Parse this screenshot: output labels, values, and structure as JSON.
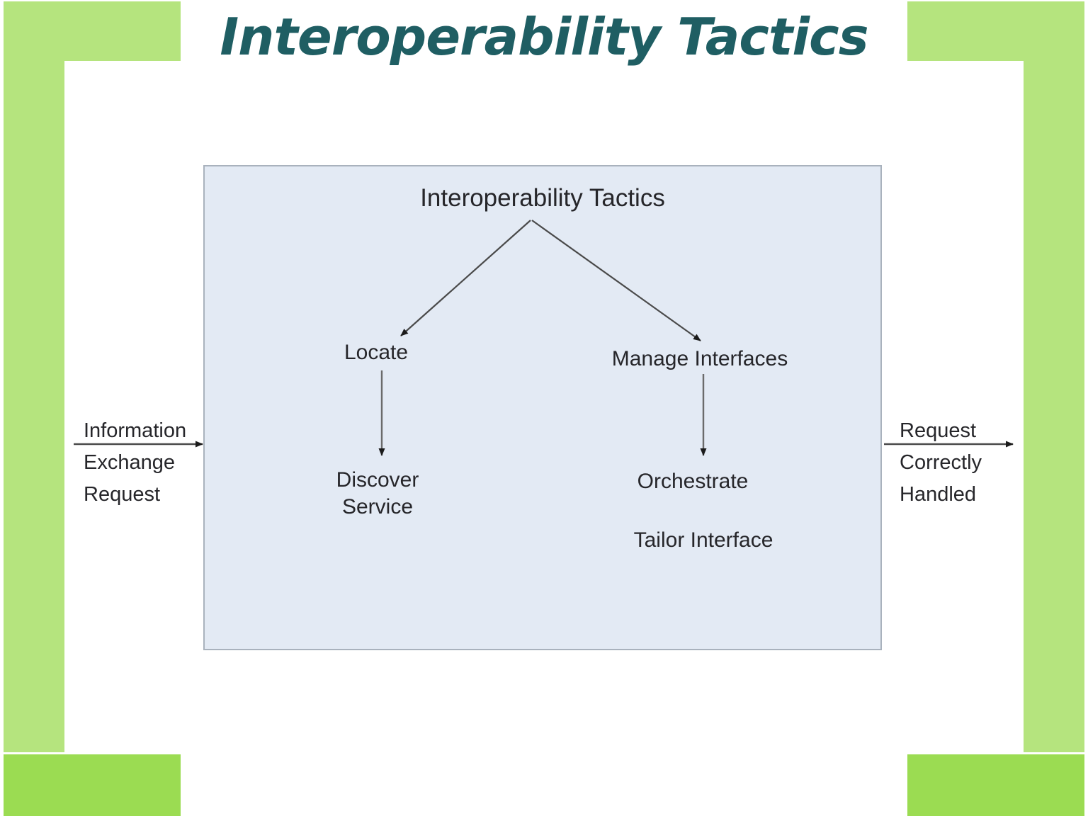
{
  "slide": {
    "title": "Interoperability Tactics",
    "title_color": "#1f5e63",
    "background_color": "#ffffff"
  },
  "decoration": {
    "corner_green_top": "#b5e47e",
    "corner_green_bottom": "#9bdc52"
  },
  "diagram": {
    "box_fill": "#e3eaf4",
    "box_border": "#a9b2bd",
    "heading": "Interoperability Tactics",
    "input_label": {
      "line1": "Information",
      "line2": "Exchange",
      "line3": "Request"
    },
    "output_label": {
      "line1": "Request",
      "line2": "Correctly",
      "line3": "Handled"
    },
    "nodes": [
      {
        "id": "locate",
        "label": "Locate"
      },
      {
        "id": "manage-interfaces",
        "label": "Manage Interfaces"
      },
      {
        "id": "discover-service",
        "label_line1": "Discover",
        "label_line2": "Service"
      },
      {
        "id": "orchestrate",
        "label": "Orchestrate"
      },
      {
        "id": "tailor-interface",
        "label": "Tailor Interface"
      }
    ]
  },
  "chart_data": {
    "type": "diagram",
    "title": "Interoperability Tactics",
    "root": "Interoperability Tactics",
    "edges": [
      {
        "from": "Interoperability Tactics",
        "to": "Locate"
      },
      {
        "from": "Interoperability Tactics",
        "to": "Manage Interfaces"
      },
      {
        "from": "Locate",
        "to": "Discover Service"
      },
      {
        "from": "Manage Interfaces",
        "to": "Orchestrate"
      }
    ],
    "unlinked_nodes": [
      "Tailor Interface"
    ],
    "input_flow": "Information Exchange Request",
    "output_flow": "Request Correctly Handled"
  }
}
